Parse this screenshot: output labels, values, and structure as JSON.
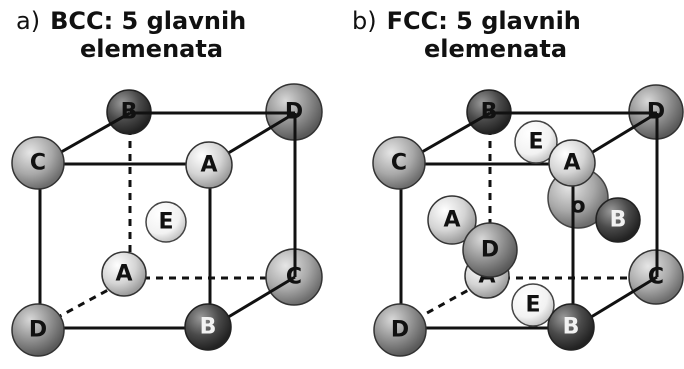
{
  "panels": [
    {
      "letter": "a)",
      "title_line1": "BCC: 5  glavnih",
      "title_line2": "elemenata"
    },
    {
      "letter": "b)",
      "title_line1": "FCC: 5  glavnih",
      "title_line2": "elemenata"
    }
  ],
  "atoms": {
    "A": "A",
    "B": "B",
    "C": "C",
    "D": "D",
    "E": "E"
  },
  "colors": {
    "element_A": "#d4d4d4",
    "element_B": "#4a4a4a",
    "element_C": "#9a9a9a",
    "element_D": "#8c8c8c",
    "element_E": "#f4f4f4",
    "edge": "#111111"
  }
}
